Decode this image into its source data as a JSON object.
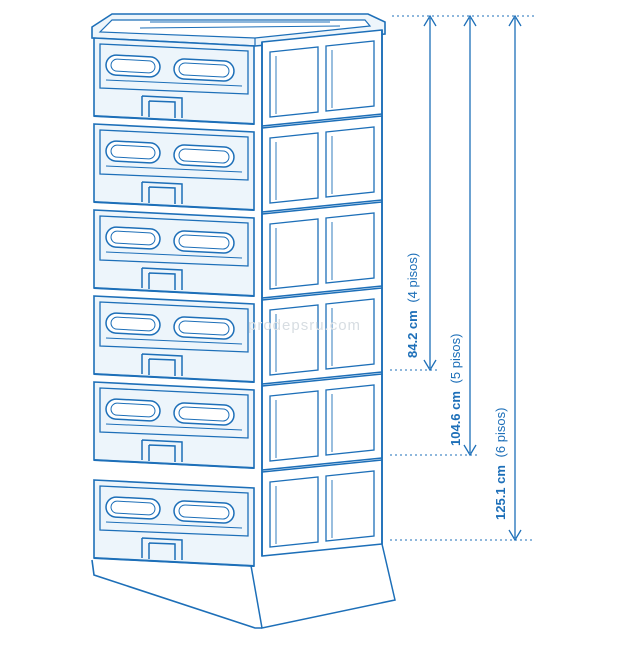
{
  "colors": {
    "line": "#1d6fb8",
    "face": "#edf5fb",
    "face_dark": "#dcebf6",
    "watermark": "#d7dde2",
    "background": "#ffffff"
  },
  "watermark": "prodepsru.com",
  "dimensions": [
    {
      "value": "84.2 cm",
      "note": "(4 pisos)"
    },
    {
      "value": "104.6 cm",
      "note": "(5 pisos)"
    },
    {
      "value": "125.1 cm",
      "note": "(6 pisos)"
    }
  ],
  "drawers": [
    "drawer-1",
    "drawer-2",
    "drawer-3",
    "drawer-4",
    "drawer-5",
    "drawer-6"
  ]
}
